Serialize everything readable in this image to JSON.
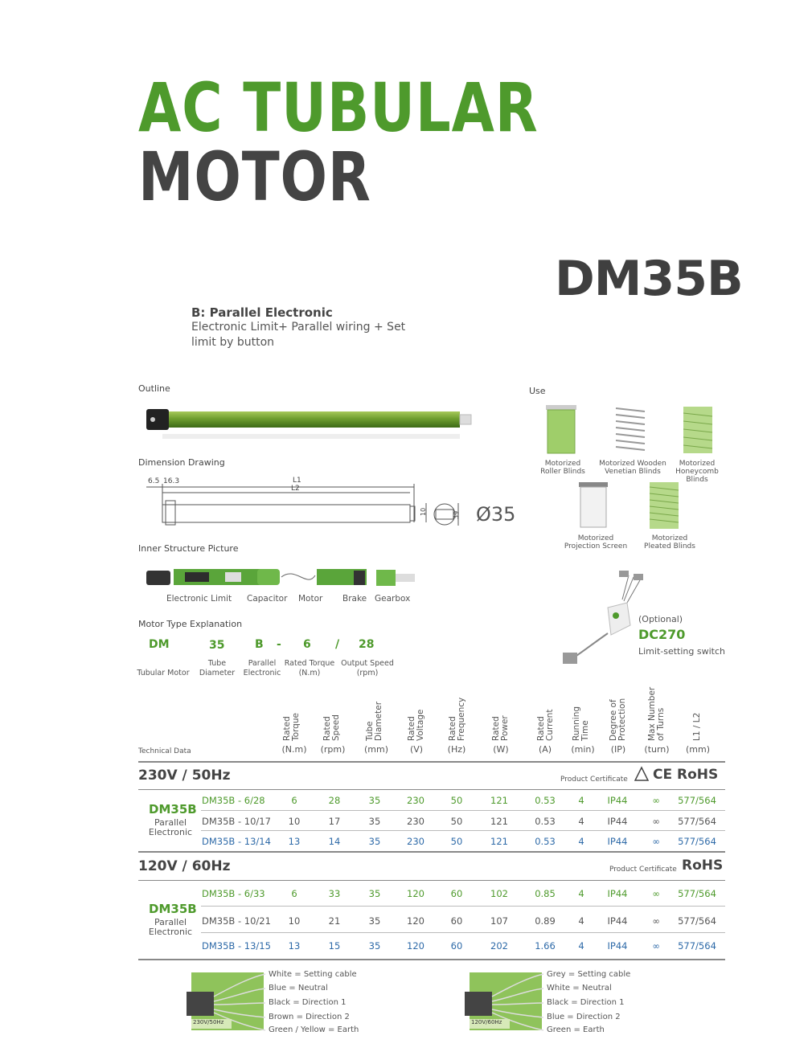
{
  "header": {
    "title_line1": "AC TUBULAR",
    "title_line2": "MOTOR",
    "model": "DM35B",
    "subtitle": "B: Parallel Electronic",
    "description": "Electronic Limit+ Parallel wiring + Set limit by button"
  },
  "sections": {
    "outline": "Outline",
    "dimension": "Dimension Drawing",
    "inner": "Inner Structure Picture",
    "motor_type": "Motor Type Explanation",
    "use": "Use"
  },
  "dimension": {
    "d1": "6.5",
    "d2": "16.3",
    "l1": "L1",
    "l2": "L2",
    "h1": "10",
    "h2": "39",
    "diameter": "Ø35"
  },
  "inner_parts": [
    "Electronic Limit",
    "Capacitor",
    "Motor",
    "Brake",
    "Gearbox"
  ],
  "motor_type": {
    "codes": [
      "DM",
      "35",
      "B",
      "-",
      "6",
      "/",
      "28"
    ],
    "labels": [
      "Tubular Motor",
      "Tube\nDiameter",
      "Parallel\nElectronic",
      "Rated Torque\n(N.m)",
      "Output Speed\n(rpm)"
    ]
  },
  "uses": [
    {
      "label": "Motorized\nRoller Blinds",
      "icon": "roller-blind-icon"
    },
    {
      "label": "Motorized Wooden\nVenetian Blinds",
      "icon": "venetian-blind-icon"
    },
    {
      "label": "Motorized\nHoneycomb Blinds",
      "icon": "honeycomb-blind-icon"
    },
    {
      "label": "Motorized\nProjection Screen",
      "icon": "projection-screen-icon"
    },
    {
      "label": "Motorized\nPleated Blinds",
      "icon": "pleated-blind-icon"
    }
  ],
  "optional": {
    "label": "(Optional)",
    "model": "DC270",
    "desc": "Limit-setting switch"
  },
  "table": {
    "label": "Technical Data",
    "headers": [
      {
        "name": "Rated\nTorque",
        "unit": "(N.m)"
      },
      {
        "name": "Rated\nSpeed",
        "unit": "(rpm)"
      },
      {
        "name": "Tube\nDiameter",
        "unit": "(mm)"
      },
      {
        "name": "Rated\nVoltage",
        "unit": "(V)"
      },
      {
        "name": "Rated\nFrequency",
        "unit": "(Hz)"
      },
      {
        "name": "Rated\nPower",
        "unit": "(W)"
      },
      {
        "name": "Rated\nCurrent",
        "unit": "(A)"
      },
      {
        "name": "Running\nTime",
        "unit": "(min)"
      },
      {
        "name": "Degree of\nProtection",
        "unit": "(IP)"
      },
      {
        "name": "Max Number\nof Turns",
        "unit": "(turn)"
      },
      {
        "name": "L1 / L2",
        "unit": "(mm)"
      }
    ],
    "groups": [
      {
        "voltage": "230V / 50Hz",
        "cert_label": "Product Certificate",
        "certs": "CE RoHS",
        "model": "DM35B",
        "type": "Parallel\nElectronic",
        "rows": [
          {
            "model": "DM35B - 6/28",
            "color": "green",
            "cells": [
              "6",
              "28",
              "35",
              "230",
              "50",
              "121",
              "0.53",
              "4",
              "IP44",
              "∞",
              "577/564"
            ]
          },
          {
            "model": "DM35B - 10/17",
            "color": "gray",
            "cells": [
              "10",
              "17",
              "35",
              "230",
              "50",
              "121",
              "0.53",
              "4",
              "IP44",
              "∞",
              "577/564"
            ]
          },
          {
            "model": "DM35B - 13/14",
            "color": "blue",
            "cells": [
              "13",
              "14",
              "35",
              "230",
              "50",
              "121",
              "0.53",
              "4",
              "IP44",
              "∞",
              "577/564"
            ]
          }
        ]
      },
      {
        "voltage": "120V / 60Hz",
        "cert_label": "Product Certificate",
        "certs": "RoHS",
        "model": "DM35B",
        "type": "Parallel\nElectronic",
        "rows": [
          {
            "model": "DM35B - 6/33",
            "color": "green",
            "cells": [
              "6",
              "33",
              "35",
              "120",
              "60",
              "102",
              "0.85",
              "4",
              "IP44",
              "∞",
              "577/564"
            ]
          },
          {
            "model": "DM35B - 10/21",
            "color": "gray",
            "cells": [
              "10",
              "21",
              "35",
              "120",
              "60",
              "107",
              "0.89",
              "4",
              "IP44",
              "∞",
              "577/564"
            ]
          },
          {
            "model": "DM35B - 13/15",
            "color": "blue",
            "cells": [
              "13",
              "15",
              "35",
              "120",
              "60",
              "202",
              "1.66",
              "4",
              "IP44",
              "∞",
              "577/564"
            ]
          }
        ]
      }
    ]
  },
  "wiring": [
    {
      "tag": "230V/50Hz",
      "lines": [
        "White = Setting cable",
        "Blue = Neutral",
        "Black = Direction 1",
        "Brown = Direction 2",
        "Green / Yellow = Earth"
      ]
    },
    {
      "tag": "120V/60Hz",
      "lines": [
        "Grey = Setting cable",
        "White = Neutral",
        "Black = Direction 1",
        "Blue = Direction 2",
        "Green = Earth"
      ]
    }
  ],
  "colors": {
    "brand_green": "#4e9a2c",
    "blue": "#2e6aa8",
    "dark": "#444444"
  }
}
